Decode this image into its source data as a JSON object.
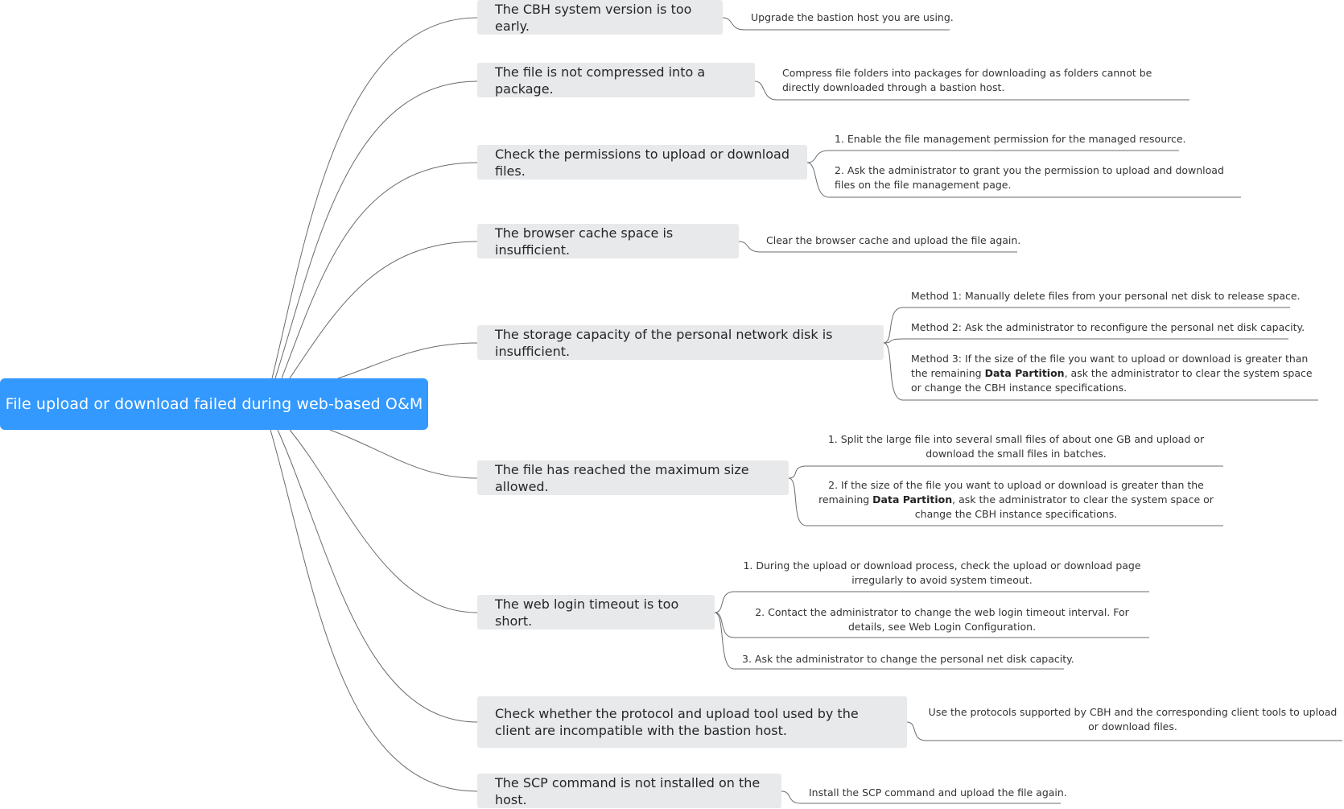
{
  "root": {
    "title": "File upload or download failed during web-based O&M"
  },
  "branches": [
    {
      "title": "The CBH system version is too early.",
      "leaves": [
        "Upgrade the bastion host you are using."
      ]
    },
    {
      "title": "The file is not compressed into a package.",
      "leaves": [
        "Compress file folders into packages for downloading as folders cannot be directly downloaded through a bastion host."
      ]
    },
    {
      "title": "Check the permissions to upload or download files.",
      "leaves": [
        "1. Enable the file management permission for the managed resource.",
        "2. Ask the administrator to grant you the permission to upload and download files on the file management page."
      ]
    },
    {
      "title": "The browser cache space is insufficient.",
      "leaves": [
        "Clear the browser cache and upload the file again."
      ]
    },
    {
      "title": "The storage capacity of the personal network disk is insufficient.",
      "leaves": [
        "Method 1: Manually delete files from your personal net disk to release space.",
        "Method 2: Ask the administrator to reconfigure the personal net disk capacity.",
        "Method 3: If the size of the file you want to upload or download is greater than the remaining Data Partition, ask the administrator to clear the system space or change the CBH instance specifications."
      ]
    },
    {
      "title": "The file has reached the maximum size allowed.",
      "leaves": [
        "1. Split the large file into several small files of about one GB and upload or download the small files in batches.",
        "2. If the size of the file you want to upload or download is greater than the remaining Data Partition, ask the administrator to clear the system space or change the CBH instance specifications."
      ]
    },
    {
      "title": "The web login timeout is too short.",
      "leaves": [
        "1. During the upload or download process, check the upload or download page irregularly to avoid system timeout.",
        "2. Contact the administrator to change the web login timeout interval. For details, see Web Login Configuration.",
        "3. Ask the administrator to change the personal net disk capacity."
      ]
    },
    {
      "title": "Check whether the protocol and upload tool used by the client are incompatible with the bastion host.",
      "leaves": [
        "Use the protocols supported by CBH and the corresponding client tools to upload or download files."
      ]
    },
    {
      "title": "The SCP command is not installed on the host.",
      "leaves": [
        "Install the SCP command and upload the file again."
      ]
    }
  ],
  "colors": {
    "root": "#3399ff",
    "branch": "#e8e9eb",
    "line": "#666666"
  }
}
